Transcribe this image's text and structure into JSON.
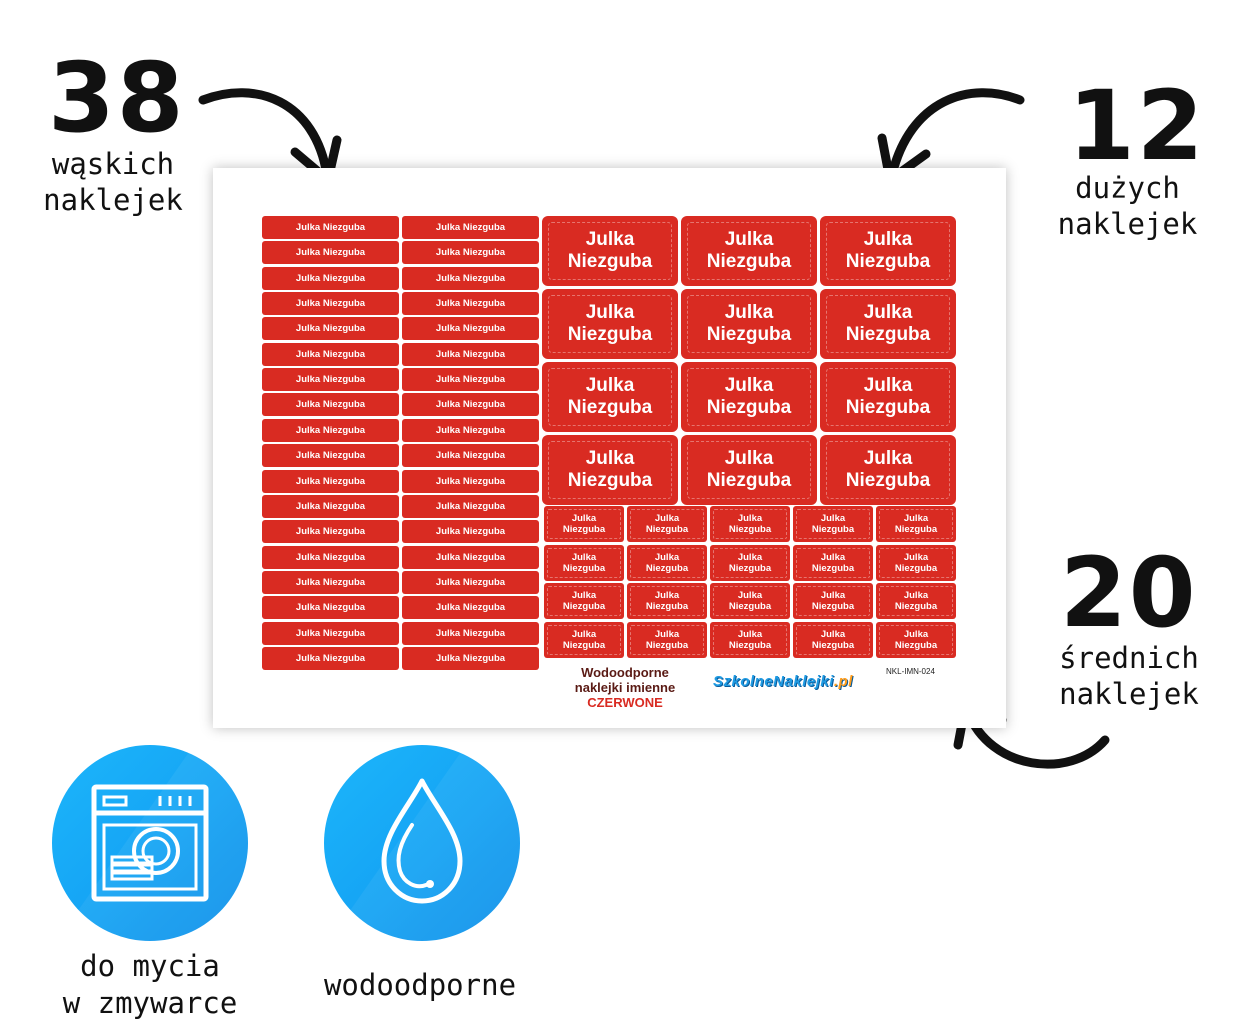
{
  "counts": {
    "narrow": {
      "number": "38",
      "line1": "wąskich",
      "line2": "naklejek"
    },
    "large": {
      "number": "12",
      "line1": "dużych",
      "line2": "naklejek"
    },
    "medium": {
      "number": "20",
      "line1": "średnich",
      "line2": "naklejek"
    }
  },
  "sheet": {
    "sticker_text": "Julka Niezguba",
    "sticker_line1": "Julka",
    "sticker_line2": "Niezguba",
    "narrow_count": 36,
    "large_count": 12,
    "medium_count": 20,
    "title_line1": "Wodoodporne",
    "title_line2": "naklejki imienne",
    "title_line3": "CZERWONE",
    "logo_main": "SzkolneNaklejki",
    "logo_suffix": ".pl",
    "product_code": "NKL-IMN-024",
    "sticker_color": "#d92b22"
  },
  "badges": {
    "dishwasher": {
      "icon": "dishwasher-icon",
      "line1": "do mycia",
      "line2": "w zmywarce"
    },
    "waterproof": {
      "icon": "water-drop-icon",
      "line1": "wodoodporne"
    }
  },
  "colors": {
    "badge": "#15a3f4",
    "sticker": "#d92b22"
  }
}
